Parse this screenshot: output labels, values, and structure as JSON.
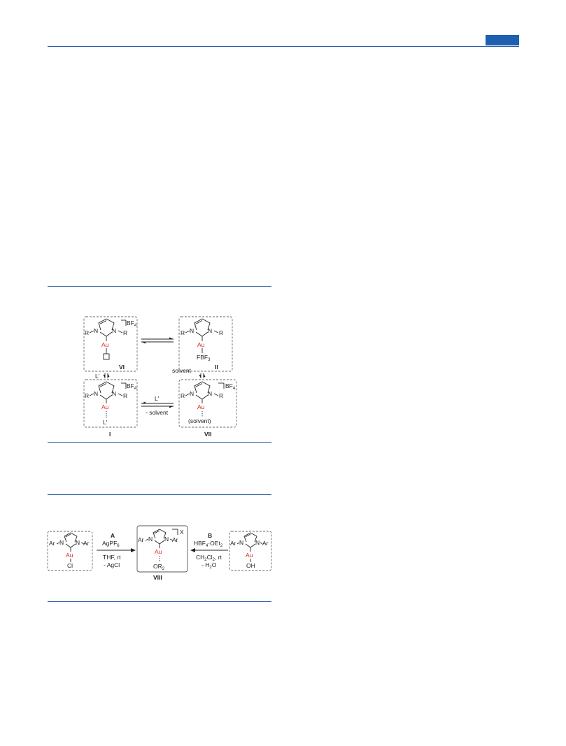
{
  "scheme1": {
    "counterion": "BF",
    "counterion_sub": "4",
    "carbene_r": "R",
    "carbene_n": "N",
    "metal": "Au",
    "labels": {
      "vi": "VI",
      "ii": "II",
      "i": "I",
      "vii": "VII"
    },
    "ligand_fbf3": "FBF",
    "ligand_fbf3_sub": "3",
    "ligand_l": "L'",
    "ligand_solvent": "(solvent)",
    "arrow_left": "L'",
    "arrow_right": "solvent",
    "arrow_bottom_top": "L'",
    "arrow_bottom_bottom": "- solvent"
  },
  "scheme2": {
    "carbene_ar": "Ar",
    "carbene_n": "N",
    "metal": "Au",
    "counterion": "X",
    "left_ligand": "Cl",
    "right_ligand": "OH",
    "center_ligand": "OR",
    "center_ligand_sub": "2",
    "center_label": "VIII",
    "route_a": {
      "label": "A",
      "reagent": "AgPF",
      "reagent_sub": "6",
      "cond": "THF, rt",
      "byproduct": "- AgCl"
    },
    "route_b": {
      "label": "B",
      "reagent": "HBF",
      "reagent_sub": "4",
      "reagent_tail": "·OEt",
      "reagent_tail_sub": "2",
      "cond": "CH",
      "cond_sub": "2",
      "cond_mid": "Cl",
      "cond_sub2": "2",
      "cond_tail": ", rt",
      "byproduct": "- H",
      "byproduct_sub": "2",
      "byproduct_tail": "O"
    }
  }
}
